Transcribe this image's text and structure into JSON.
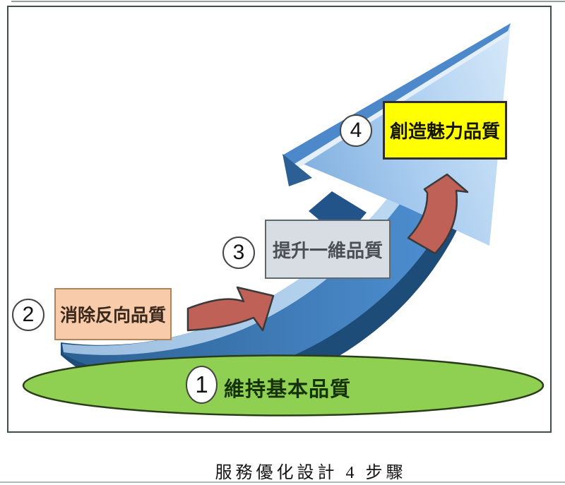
{
  "page": {
    "background": "#ffffff",
    "frame_border_color": "#3e4e4a"
  },
  "diagram": {
    "caption": "服務優化設計 4 步驟",
    "steps": [
      {
        "number": "1",
        "label": "維持基本品質",
        "shape": "ellipse",
        "fill": "#8FD052"
      },
      {
        "number": "2",
        "label": "消除反向品質",
        "shape": "rectangle",
        "fill": "#F8CCAA"
      },
      {
        "number": "3",
        "label": "提升一維品質",
        "shape": "rectangle",
        "fill": "#D8DDE3"
      },
      {
        "number": "4",
        "label": "創造魅力品質",
        "shape": "rectangle",
        "fill": "#FFFF00"
      }
    ],
    "icons": [
      {
        "name": "blue-growth-arrow",
        "color": "#2E75B6"
      },
      {
        "name": "red-curved-arrow-right",
        "color": "#C06158"
      },
      {
        "name": "red-curved-arrow-up",
        "color": "#C06158"
      }
    ]
  }
}
